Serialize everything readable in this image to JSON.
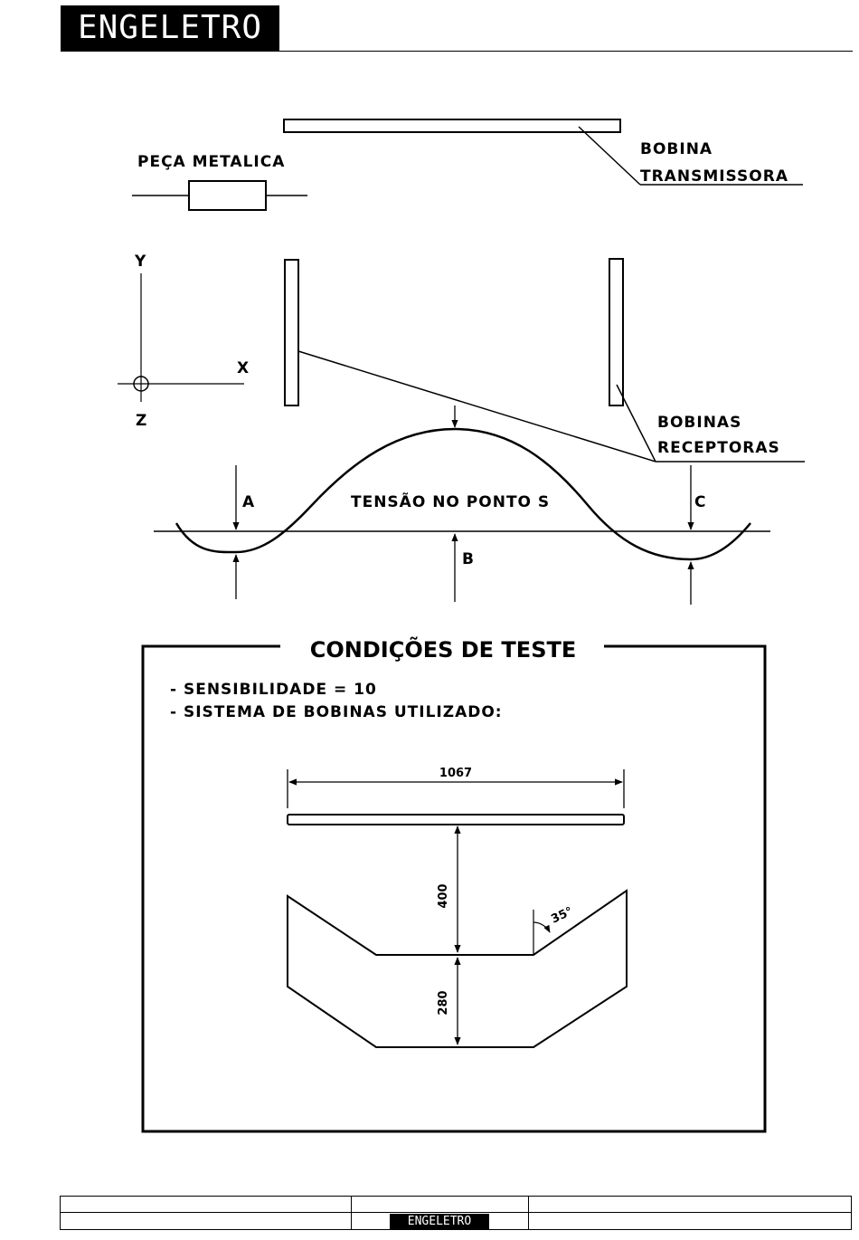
{
  "header": {
    "logo_text": "ENGELETRO"
  },
  "top_diagram": {
    "transmitter_label_1": "BOBINA",
    "transmitter_label_2": "TRANSMISSORA",
    "metal_piece_label": "PEÇA METALICA",
    "axis_y": "Y",
    "axis_x": "X",
    "axis_z": "Z",
    "receivers_label_1": "BOBINAS",
    "receivers_label_2": "RECEPTORAS",
    "wave_label": "TENSÃO NO PONTO S",
    "point_a": "A",
    "point_b": "B",
    "point_c": "C"
  },
  "test_conditions": {
    "title": "CONDIÇÕES DE TESTE",
    "item_1": "- SENSIBILIDADE = 10",
    "item_2": "- SISTEMA DE BOBINAS UTILIZADO:",
    "dim_width": "1067",
    "dim_gap": "400",
    "dim_depth": "280",
    "angle": "35°"
  },
  "footer": {
    "logo_text": "ENGELETRO"
  }
}
